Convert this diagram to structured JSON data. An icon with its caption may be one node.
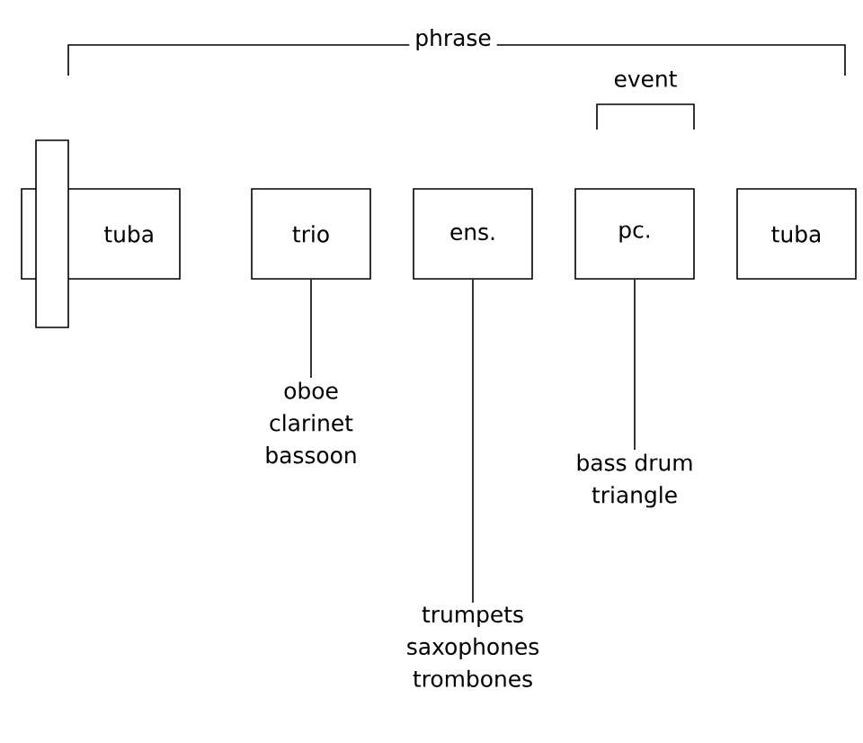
{
  "diagram": {
    "nodes": [
      {
        "text": [],
        "shape": "bar"
      },
      {
        "text": [
          "tuba"
        ]
      },
      {
        "text": [
          "trio"
        ]
      },
      {
        "text": [
          "ens."
        ]
      },
      {
        "text": [
          "pc."
        ]
      },
      {
        "text": [
          "tuba"
        ]
      },
      {
        "text": [
          "oboe",
          "clarinet",
          "bassoon"
        ]
      },
      {
        "text": [
          "trumpets",
          "saxophones",
          "trombones"
        ]
      },
      {
        "text": [
          "bass drum",
          "triangle"
        ]
      }
    ],
    "edges": [
      {
        "from": 6,
        "to": 2,
        "arrow": "none"
      },
      {
        "from": 7,
        "to": 3,
        "arrow": "none"
      },
      {
        "from": 8,
        "to": 4,
        "arrow": "none"
      }
    ],
    "labels": [
      "phrase",
      "event"
    ]
  }
}
